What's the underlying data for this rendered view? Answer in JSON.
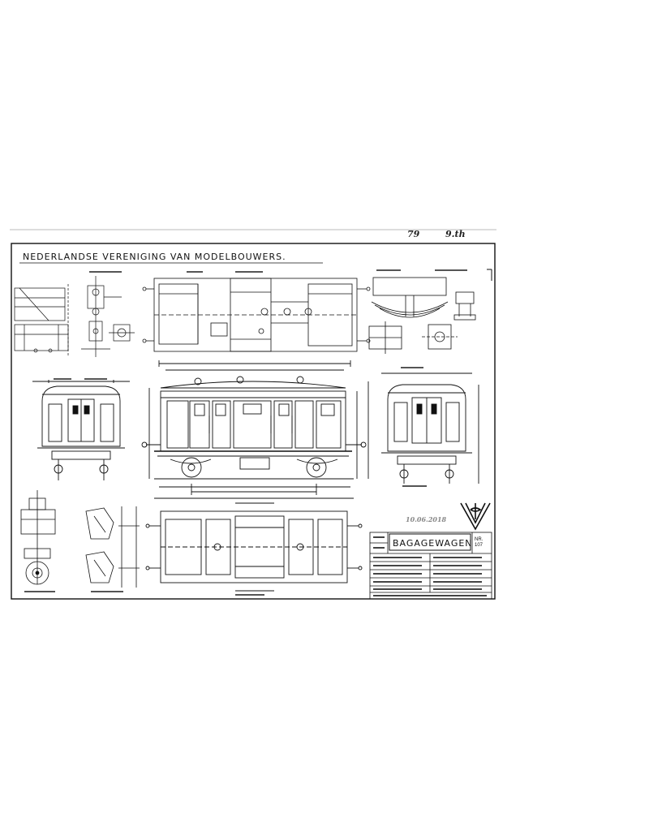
{
  "header_handwriting": {
    "left": "79",
    "right": "9.th"
  },
  "sheet_title": "NEDERLANDSE  VERENIGING  VAN  MODELBOUWERS.",
  "stamp_date": "10.06.2018",
  "title_block": {
    "drawing_name": "BAGAGEWAGEN",
    "sheet_number": "NR.\n107"
  },
  "icons": {
    "logo": "nvm-monogram-logo"
  },
  "colors": {
    "ink": "#111111",
    "paper": "#ffffff",
    "scan_gray": "#dddddd"
  }
}
